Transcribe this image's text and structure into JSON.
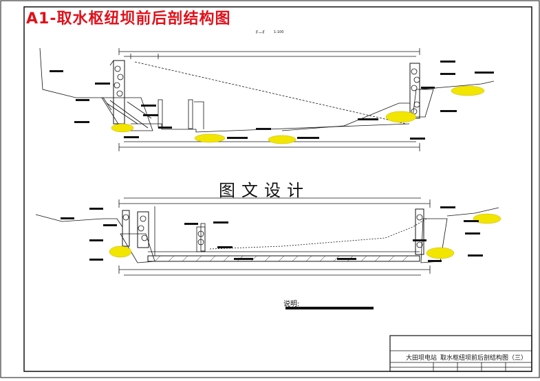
{
  "sheet": {
    "overlay_title": "A1-取水枢纽坝前后剖结构图",
    "center_caption": "图文设计",
    "notes_label": "说明:",
    "section_label_top": "F—F",
    "section_scale_top": "1:100"
  },
  "title_block": {
    "project": "大田坝电站",
    "drawing_title": "取水枢纽坝前后剖结构图（三）"
  },
  "colors": {
    "line": "#111111",
    "fill_yellow": "#f2e500",
    "accent_red": "#e0101a"
  }
}
